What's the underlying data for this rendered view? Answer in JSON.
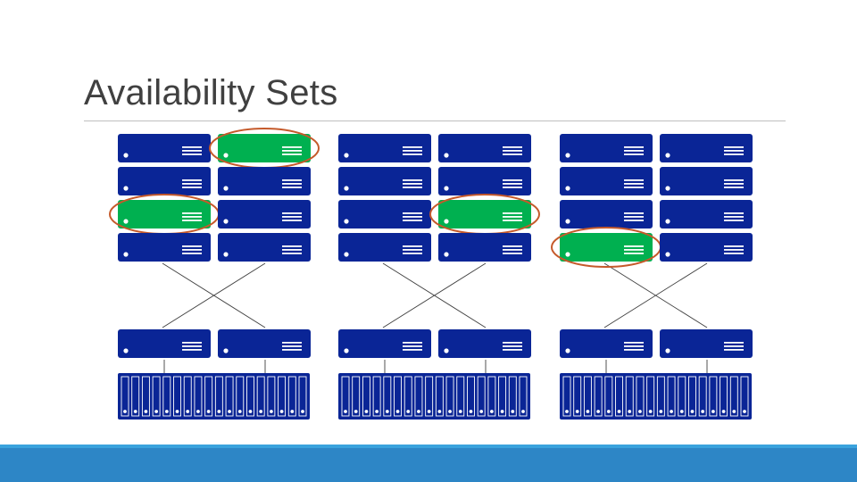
{
  "slide": {
    "title": "Availability Sets"
  },
  "colors": {
    "server": "#0a2596",
    "server_highlight": "#00b050",
    "highlight_ring": "#c55a2b",
    "server_detail": "#ffffff",
    "connector": "#404040",
    "title_rule": "#bfbfbf",
    "footer_bar": "#2d86c6"
  },
  "racks": [
    {
      "highlighted": [
        [
          0,
          1
        ],
        [
          2,
          0
        ]
      ]
    },
    {
      "highlighted": [
        [
          2,
          1
        ]
      ]
    },
    {
      "highlighted": [
        [
          3,
          0
        ]
      ]
    }
  ],
  "icons": {
    "server": "server-icon",
    "switch": "network-switch-icon",
    "storage": "storage-array-icon"
  }
}
